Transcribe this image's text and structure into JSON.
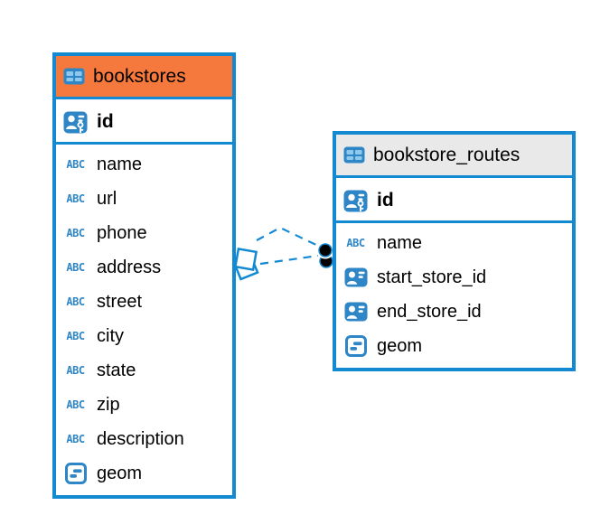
{
  "diagram": {
    "background_color": "#ffffff",
    "border_color": "#1389d1",
    "icon_color": "#2e86c6",
    "icons": {
      "text_glyph": "ABC"
    },
    "tables": [
      {
        "name": "bookstores",
        "header_color": "#f5793c",
        "columns": [
          {
            "name": "id",
            "icon": "pk",
            "primary": true
          },
          {
            "name": "name",
            "icon": "abc"
          },
          {
            "name": "url",
            "icon": "abc"
          },
          {
            "name": "phone",
            "icon": "abc"
          },
          {
            "name": "address",
            "icon": "abc"
          },
          {
            "name": "street",
            "icon": "abc"
          },
          {
            "name": "city",
            "icon": "abc"
          },
          {
            "name": "state",
            "icon": "abc"
          },
          {
            "name": "zip",
            "icon": "abc"
          },
          {
            "name": "description",
            "icon": "abc"
          },
          {
            "name": "geom",
            "icon": "geom"
          }
        ]
      },
      {
        "name": "bookstore_routes",
        "header_color": "#e9e9e9",
        "columns": [
          {
            "name": "id",
            "icon": "pk",
            "primary": true
          },
          {
            "name": "name",
            "icon": "abc"
          },
          {
            "name": "start_store_id",
            "icon": "fk"
          },
          {
            "name": "end_store_id",
            "icon": "fk"
          },
          {
            "name": "geom",
            "icon": "geom"
          }
        ]
      }
    ],
    "relationship": {
      "from_table": "bookstores",
      "to_table": "bookstore_routes",
      "line_style": "dashed",
      "line_color": "#1389d1",
      "line_count": 2,
      "source_marker": "overlapping-squares",
      "target_marker": "two-filled-dots",
      "dot_color": "#000000"
    }
  }
}
